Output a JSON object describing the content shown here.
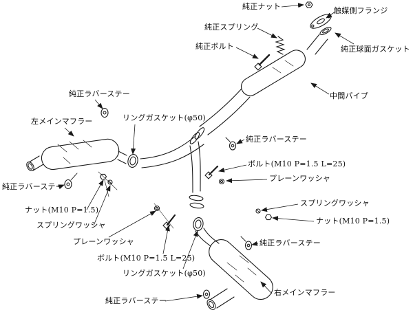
{
  "diagram": {
    "type": "exhaust-system-exploded-parts-diagram",
    "colors": {
      "line": "#1a1a1a",
      "background": "#ffffff"
    },
    "labels": {
      "junsei_nut_top": "純正ナット",
      "shokubai_flange": "触媒側フランジ",
      "junsei_spring": "純正スプリング",
      "junsei_bolt": "純正ボルト",
      "junsei_kyumen_gasket": "純正球面ガスケット",
      "chukan_pipe": "中間パイプ",
      "junsei_rubber_stay_1": "純正ラバーステー",
      "hidari_main_muffler": "左メインマフラー",
      "ring_gasket_1": "リングガスケット(φ50)",
      "junsei_rubber_stay_2": "純正ラバーステー",
      "bolt_m10_1": "ボルト(M10 P=1.5 L=25)",
      "plain_washer_1": "プレーンワッシャ",
      "junsei_rubber_stay_3": "純正ラバーステー",
      "nut_m10_1": "ナット(M10 P=1.5)",
      "spring_washer_1": "スプリングワッシャ",
      "spring_washer_2": "スプリングワッシャ",
      "nut_m10_2": "ナット(M10 P=1.5)",
      "plain_washer_2": "プレーンワッシャ",
      "bolt_m10_2": "ボルト(M10 P=1.5 L=25)",
      "junsei_rubber_stay_4": "純正ラバーステー",
      "ring_gasket_2": "リングガスケット(φ50)",
      "migi_main_muffler": "右メインマフラー",
      "junsei_rubber_stay_5": "純正ラバーステー"
    }
  }
}
